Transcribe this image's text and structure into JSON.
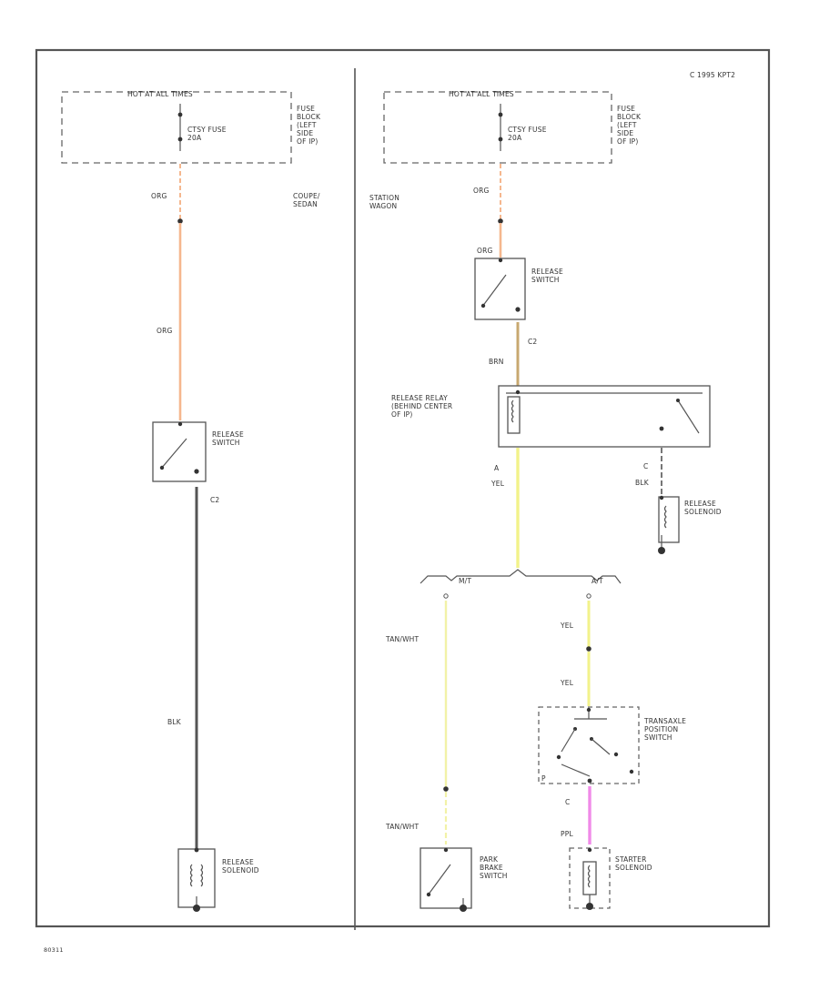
{
  "header": {
    "ref": "C 1995 KPT2"
  },
  "footer": {
    "code": "80311"
  },
  "left": {
    "power_label": "HOT AT ALL TIMES",
    "fuse_label": "CTSY FUSE\n20A",
    "fuse_block_label": "FUSE\nBLOCK\n(LEFT\nSIDE\nOF IP)",
    "variant_label": "COUPE/\nSEDAN",
    "wire1_label": "ORG",
    "wire2_label": "ORG",
    "switch_label": "RELEASE\nSWITCH",
    "connector_label": "C2",
    "wire3_label": "BLK",
    "solenoid_label": "RELEASE\nSOLENOID"
  },
  "right": {
    "power_label": "HOT AT ALL TIMES",
    "fuse_label": "CTSY FUSE\n20A",
    "fuse_block_label": "FUSE\nBLOCK\n(LEFT\nSIDE\nOF IP)",
    "variant_label": "STATION\nWAGON",
    "wire1_label": "ORG",
    "wire2_label": "ORG",
    "switch_label": "RELEASE\nSWITCH",
    "connector_label": "C2",
    "wire3_label": "BRN",
    "relay_label": "RELEASE RELAY\n(BEHIND CENTER\nOF IP)",
    "pin_a_label": "A",
    "pin_c_label": "C",
    "wire4_label": "YEL",
    "wire5_label": "BLK",
    "solenoid_label": "RELEASE\nSOLENOID",
    "branch_left_label": "M/T",
    "branch_right_label": "A/T",
    "wire6_label": "TAN/WHT",
    "wire7_label": "YEL",
    "wire8_label": "YEL",
    "transaxle_label": "TRANSAXLE\nPOSITION\nSWITCH",
    "transaxle_pin_label": "P",
    "pin_c2_label": "C",
    "wire9_label": "PPL",
    "wire10_label": "TAN/WHT",
    "park_brake_label": "PARK\nBRAKE\nSWITCH",
    "starter_label": "STARTER\nSOLENOID"
  },
  "colors": {
    "org": "#f5b78e",
    "blk": "#555555",
    "brn": "#c8a870",
    "yel": "#f2f28a",
    "tan": "#f2f2a8",
    "ppl": "#f08ae8"
  }
}
